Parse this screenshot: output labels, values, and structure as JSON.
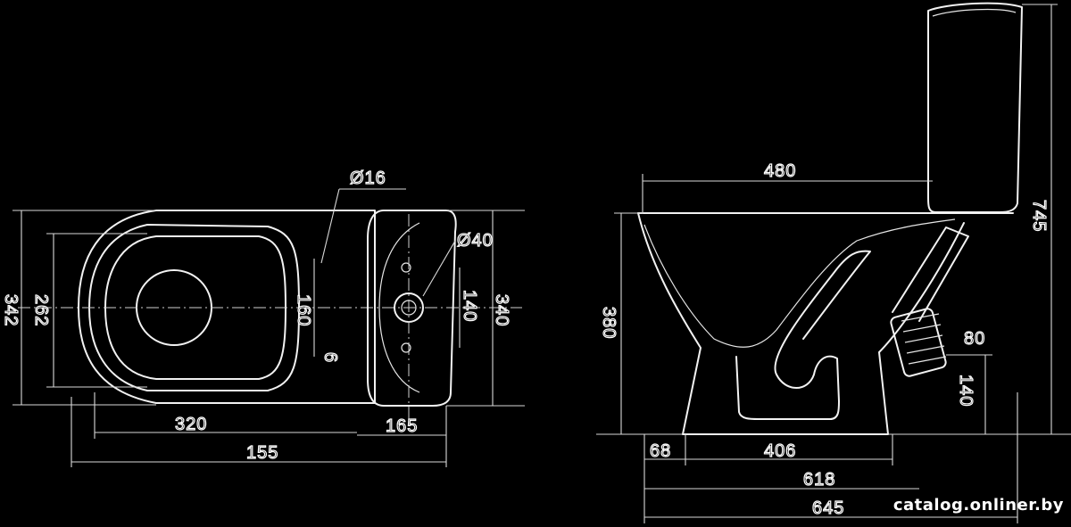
{
  "dimensions": {
    "top_view": {
      "d_16": "Ø16",
      "d_40": "Ø40",
      "w_342": "342",
      "w_262": "262",
      "w_160": "160",
      "w_6": "6",
      "w_140": "140",
      "w_340": "340",
      "l_320": "320",
      "l_165": "165",
      "l_155": "155"
    },
    "side_view": {
      "l_480": "480",
      "h_745": "745",
      "h_380": "380",
      "d_80": "80",
      "h_140": "140",
      "l_68": "68",
      "l_406": "406",
      "l_618": "618",
      "l_645": "645"
    }
  },
  "watermark": "catalog.onliner.by"
}
